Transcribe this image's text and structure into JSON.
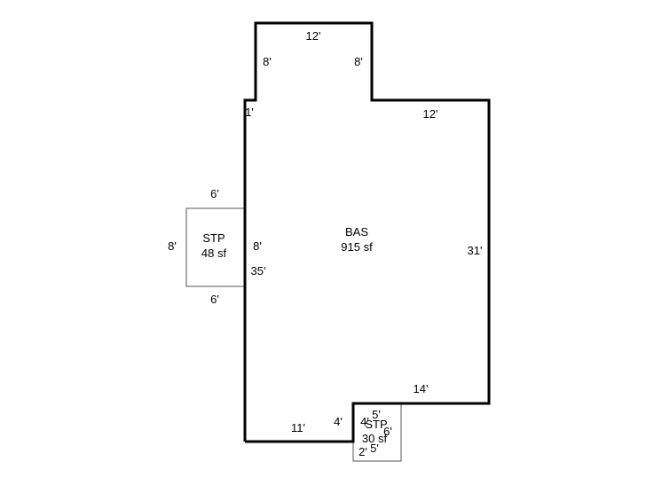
{
  "colors": {
    "background": "#ffffff",
    "line": "#000000",
    "thin_line": "#555555"
  },
  "areas": {
    "main": {
      "code": "BAS",
      "area": "915 sf"
    },
    "left_stoop": {
      "code": "STP",
      "area": "48 sf"
    },
    "bottom_stoop": {
      "code": "STP",
      "area": "30 sf"
    }
  },
  "dimensions": {
    "top_width": "12'",
    "top_left_height": "8'",
    "top_right_height": "8'",
    "left_jog": "1'",
    "right_upper": "12'",
    "right_side": "31'",
    "left_side": "35'",
    "bottom_right": "14'",
    "bottom_left": "11'",
    "notch": "4'",
    "stoop_left_top": "6'",
    "stoop_left_bottom": "6'",
    "stoop_left_outer": "8'",
    "stoop_left_inner": "8'",
    "stoop_bottom_top": "5'",
    "stoop_bottom_left": "4'",
    "stoop_bottom_right": "6'",
    "stoop_bottom_bottom": "5'",
    "stoop_bottom_extra": "2'"
  }
}
